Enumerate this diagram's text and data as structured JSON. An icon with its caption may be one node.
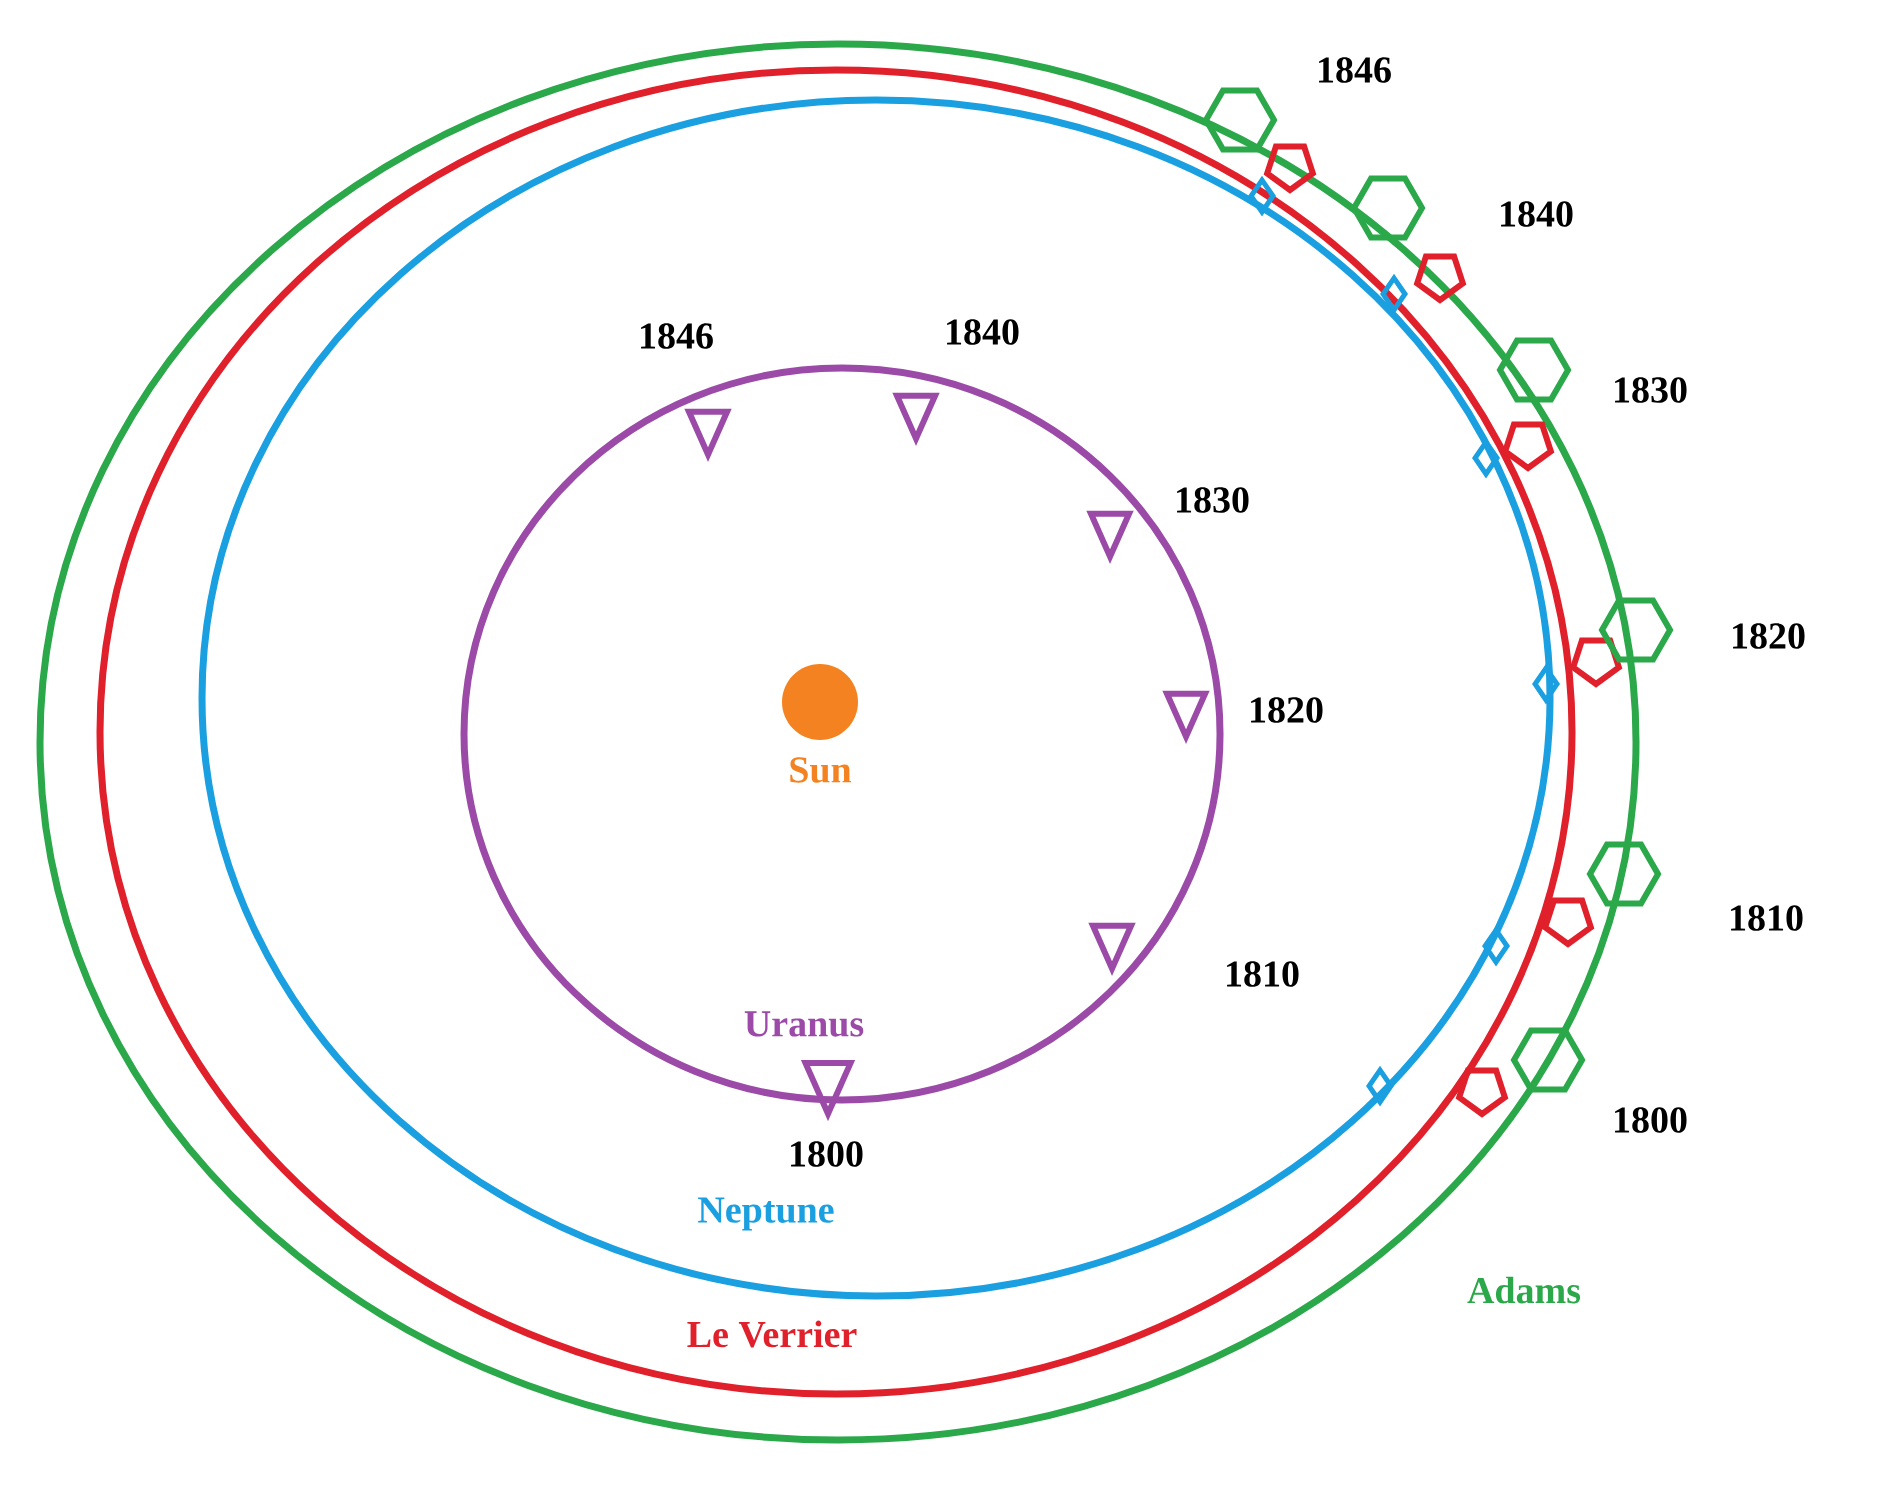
{
  "diagram": {
    "labels": [
      "1846",
      "1840",
      "1846",
      "1840",
      "1830",
      "1830",
      "1820",
      "1820",
      "Sun",
      "1810",
      "1810",
      "Uranus",
      "1800",
      "1800",
      "Neptune",
      "Adams",
      "Le Verrier"
    ]
  }
}
